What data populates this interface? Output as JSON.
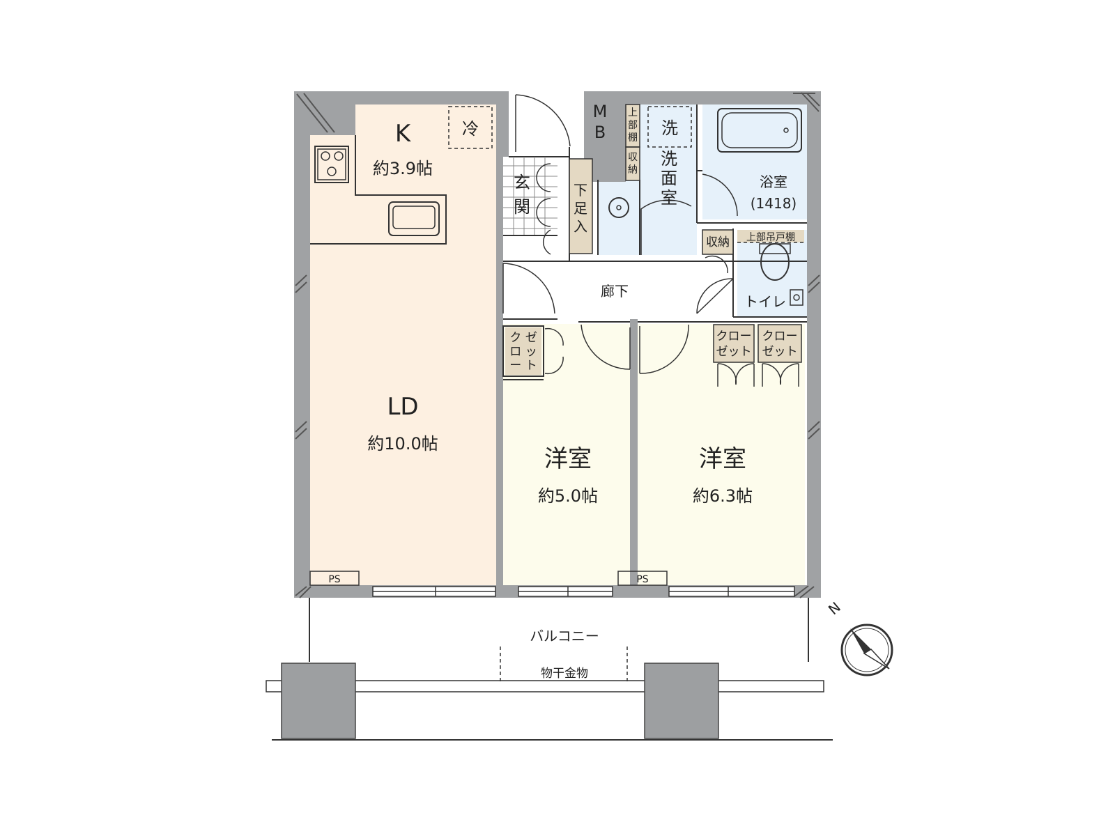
{
  "colors": {
    "wall": "#a0a2a4",
    "ldk_floor": "#fdf0e1",
    "bedroom_floor": "#fdfcec",
    "wet_floor": "#e6f1fa",
    "storage": "#e4d9c3",
    "column": "#9d9fa1"
  },
  "rooms": {
    "kitchen": {
      "name": "K",
      "size": "約3.9帖"
    },
    "fridge": "冷",
    "living": {
      "name": "LD",
      "size": "約10.0帖"
    },
    "entrance": [
      "玄",
      "関"
    ],
    "shoe_storage": [
      "下",
      "足",
      "入"
    ],
    "mb": [
      "M",
      "B"
    ],
    "upper_shelf": [
      "上",
      "部",
      "棚"
    ],
    "storage_small": [
      "収",
      "納"
    ],
    "washer": "洗",
    "washroom": [
      "洗",
      "面",
      "室"
    ],
    "bath": {
      "name": "浴室",
      "size": "(1418)"
    },
    "storage_toilet": "収納",
    "upper_cabinet": "上部吊戸棚",
    "toilet": "トイレ",
    "hallway": "廊下",
    "closet_vertical": [
      "ク ゼ",
      "ロ ッ",
      "ー ト"
    ],
    "closet_a": [
      "クロー",
      "ゼット"
    ],
    "closet_b": [
      "クロー",
      "ゼット"
    ],
    "bedroom1": {
      "name": "洋室",
      "size": "約5.0帖"
    },
    "bedroom2": {
      "name": "洋室",
      "size": "約6.3帖"
    },
    "ps_left": "PS",
    "ps_right": "PS",
    "balcony": "バルコニー",
    "drying_hardware": "物干金物"
  },
  "compass": {
    "label": "N"
  }
}
